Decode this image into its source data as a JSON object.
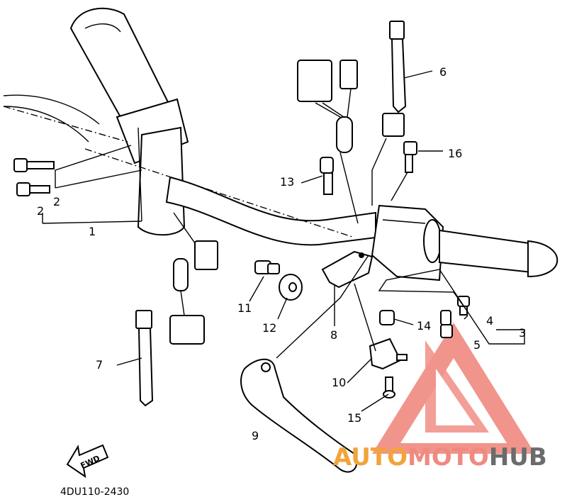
{
  "diagram": {
    "callouts": {
      "c1": "1",
      "c2a": "2",
      "c2b": "2",
      "c3": "3",
      "c4": "4",
      "c5": "5",
      "c6": "6",
      "c7": "7",
      "c8": "8",
      "c9": "9",
      "c10": "10",
      "c11": "11",
      "c12": "12",
      "c13": "13",
      "c14": "14",
      "c15": "15",
      "c16": "16"
    },
    "fwd_label": "FWD",
    "figure_code": "4DU110-2430"
  },
  "watermark": {
    "auto": "AUTO",
    "moto": "MOTO",
    "hub": "HUB",
    "colors": {
      "auto": "#f0a43a",
      "moto": "#f08a80",
      "hub": "#6b6b6b",
      "logo": "#f08a80"
    }
  }
}
